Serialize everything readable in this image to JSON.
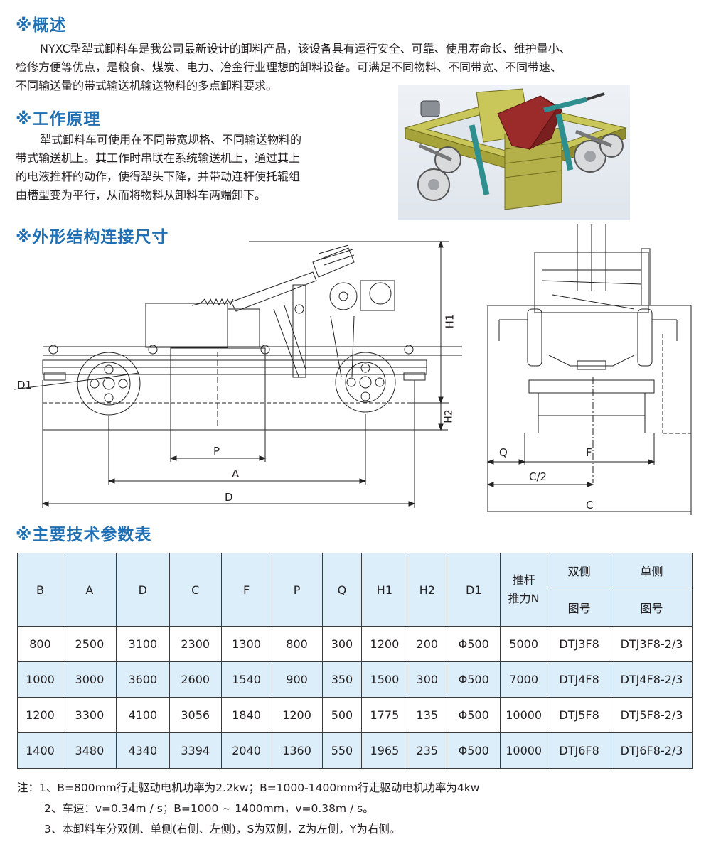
{
  "sections": {
    "overview": {
      "title": "※概述",
      "text_lines": [
        "NYXC型犁式卸料车是我公司最新设计的卸料产品，该设备具有运行安全、可靠、使用寿命长、维护量小、",
        "检修方便等优点，是粮食、煤炭、电力、冶金行业理想的卸料设备。可满足不同物料、不同带宽、不同带速、",
        "不同输送量的带式输送机输送物料的多点卸料要求。"
      ]
    },
    "principle": {
      "title": "※工作原理",
      "text_lines": [
        "犁式卸料车可使用在不同带宽规格、不同输送物料的",
        "带式输送机上。其工作时串联在系统输送机上，通过其上",
        "的电液推杆的动作，使得犁头下降，并带动连杆使托辊组",
        "由槽型变为平行，从而将物料从卸料车两端卸下。"
      ]
    },
    "dimensions": {
      "title": "※外形结构连接尺寸",
      "side_labels": {
        "d1": "D1",
        "h1": "H1",
        "h2": "H2",
        "p": "P",
        "a": "A",
        "d": "D"
      },
      "end_labels": {
        "q": "Q",
        "f": "F",
        "c_half": "C/2",
        "c": "C"
      }
    },
    "table_section": {
      "title": "※主要技术参数表"
    }
  },
  "table": {
    "headers": [
      "B",
      "A",
      "D",
      "C",
      "F",
      "P",
      "Q",
      "H1",
      "H2",
      "D1"
    ],
    "thrust_header": [
      "推杆",
      "推力N"
    ],
    "double_side": {
      "top": "双侧",
      "bottom": "图号"
    },
    "single_side": {
      "top": "单侧",
      "bottom": "图号"
    },
    "rows": [
      [
        "800",
        "2500",
        "3100",
        "2300",
        "1300",
        "800",
        "300",
        "1200",
        "200",
        "Φ500",
        "5000",
        "DTJ3F8",
        "DTJ3F8-2/3"
      ],
      [
        "1000",
        "3000",
        "3600",
        "2600",
        "1540",
        "900",
        "350",
        "1500",
        "300",
        "Φ500",
        "7000",
        "DTJ4F8",
        "DTJ4F8-2/3"
      ],
      [
        "1200",
        "3300",
        "4100",
        "3056",
        "1840",
        "1200",
        "500",
        "1775",
        "135",
        "Φ500",
        "10000",
        "DTJ5F8",
        "DTJ5F8-2/3"
      ],
      [
        "1400",
        "3480",
        "4340",
        "3394",
        "2040",
        "1360",
        "550",
        "1965",
        "235",
        "Φ500",
        "10000",
        "DTJ6F8",
        "DTJ6F8-2/3"
      ]
    ]
  },
  "notes": [
    "注：1、B=800mm行走驱动电机功率为2.2kw；B=1000-1400mm行走驱动电机功率为4kw",
    "2、车速：v=0.34m / s；B=1000 ~ 1400mm，v=0.38m / s。",
    "3、本卸料车分双侧、单侧(右侧、左侧)，S为双侧，Z为左侧，Y为右侧。"
  ],
  "colors": {
    "heading": "#1f6fb5",
    "table_header_bg": "#dbeefa",
    "frame_yellow": "#b7b53c",
    "plough_red": "#9b2a2a",
    "rail_teal": "#2f8f8f"
  }
}
